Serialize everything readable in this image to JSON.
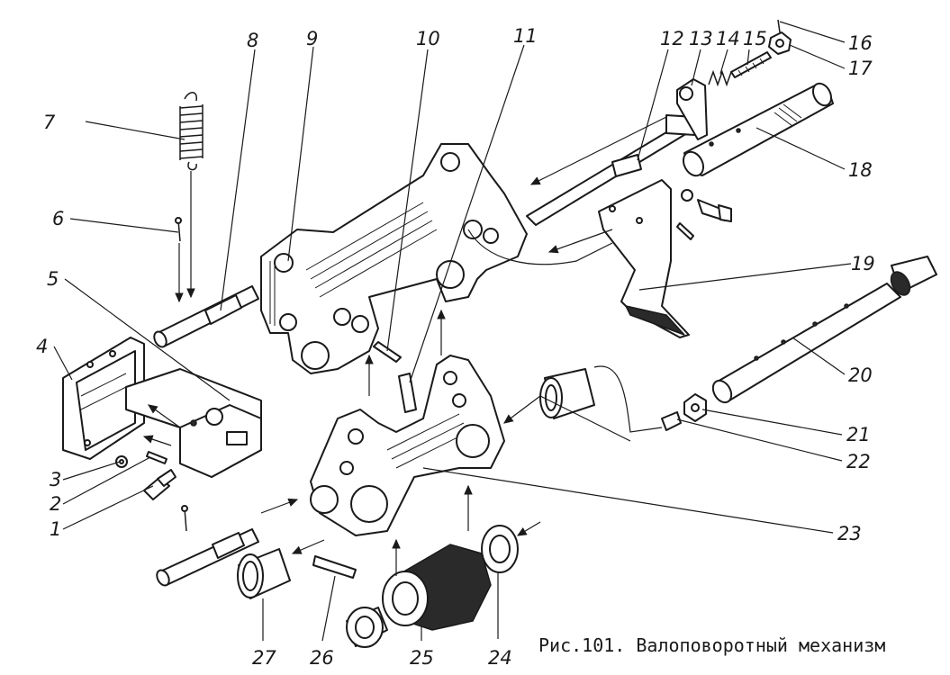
{
  "caption": "Рис.101. Валоповоротный механизм",
  "labels": {
    "l1": "1",
    "l2": "2",
    "l3": "3",
    "l4": "4",
    "l5": "5",
    "l6": "6",
    "l7": "7",
    "l8": "8",
    "l9": "9",
    "l10": "10",
    "l11": "11",
    "l12": "12",
    "l13": "13",
    "l14": "14",
    "l15": "15",
    "l16": "16",
    "l17": "17",
    "l18": "18",
    "l19": "19",
    "l20": "20",
    "l21": "21",
    "l22": "22",
    "l23": "23",
    "l24": "24",
    "l25": "25",
    "l26": "26",
    "l27": "27"
  }
}
